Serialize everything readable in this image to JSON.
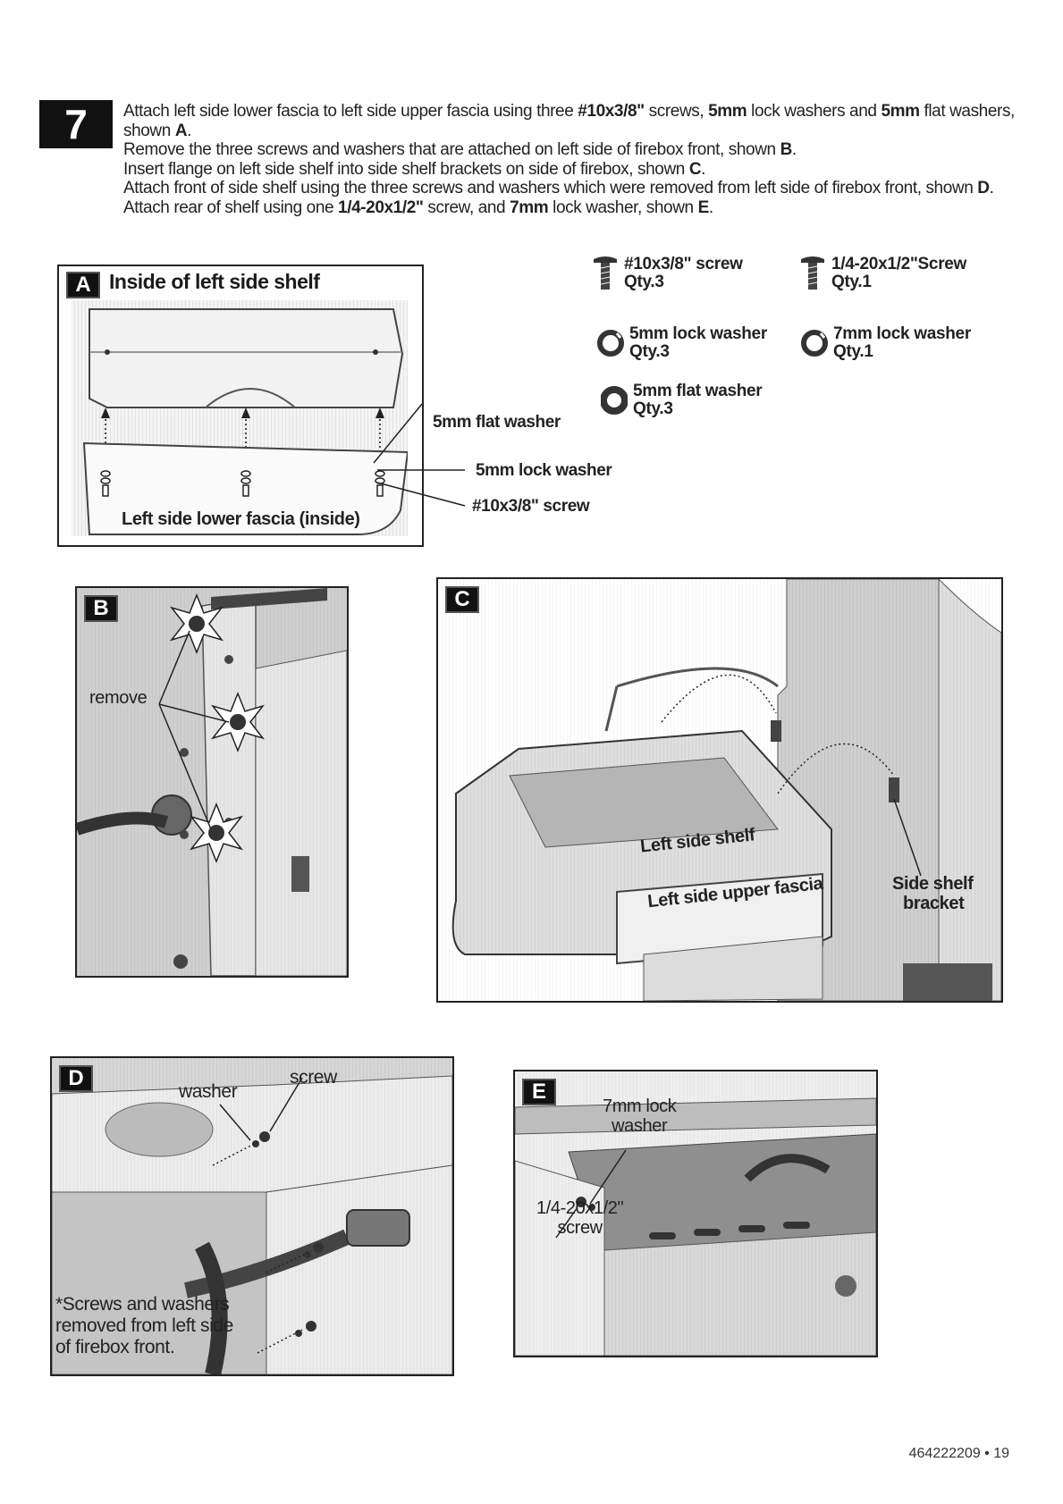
{
  "step": {
    "number": "7",
    "instructions": [
      [
        "Attach left side lower fascia to left side upper fascia using three ",
        {
          "b": "#10x3/8\""
        },
        " screws, ",
        {
          "b": "5mm"
        },
        " lock washers and ",
        {
          "b": "5mm"
        },
        " flat washers, shown ",
        {
          "b": "A"
        },
        "."
      ],
      [
        "Remove the three screws and washers that are attached on left side of firebox front, shown ",
        {
          "b": "B"
        },
        "."
      ],
      [
        "Insert flange on left side shelf into side shelf brackets on side of firebox, shown ",
        {
          "b": "C"
        },
        "."
      ],
      [
        "Attach front of side shelf using the three screws and washers which were removed from left side of firebox front, shown ",
        {
          "b": "D"
        },
        "."
      ],
      [
        "Attach rear of shelf using one ",
        {
          "b": "1/4-20x1/2\""
        },
        " screw, and ",
        {
          "b": "7mm"
        },
        " lock washer, shown ",
        {
          "b": "E"
        },
        "."
      ]
    ]
  },
  "panel_a": {
    "label": "A",
    "title": "Inside of left side shelf",
    "inner_label": "Left side lower fascia (inside)",
    "callouts": {
      "flat_washer": "5mm flat washer",
      "lock_washer": "5mm lock washer",
      "screw": "#10x3/8\" screw"
    }
  },
  "parts": [
    {
      "icon": "screw-icon",
      "name": "#10x3/8\" screw",
      "qty": "Qty.3"
    },
    {
      "icon": "screw-icon",
      "name": "1/4-20x1/2\"Screw",
      "qty": "Qty.1"
    },
    {
      "icon": "lock-washer-icon",
      "name": "5mm lock washer",
      "qty": "Qty.3"
    },
    {
      "icon": "lock-washer-icon",
      "name": "7mm lock washer",
      "qty": "Qty.1"
    },
    {
      "icon": "flat-washer-icon",
      "name": "5mm flat washer",
      "qty": "Qty.3"
    }
  ],
  "panel_b": {
    "label": "B",
    "callout": "remove"
  },
  "panel_c": {
    "label": "C",
    "shelf_label": "Left side shelf",
    "fascia_label": "Left side upper fascia",
    "bracket_line1": "Side shelf",
    "bracket_line2": "bracket"
  },
  "panel_d": {
    "label": "D",
    "washer": "washer",
    "screw": "screw",
    "note_line1": "*Screws and washers",
    "note_line2": "removed from left side",
    "note_line3": "of firebox front."
  },
  "panel_e": {
    "label": "E",
    "lock_line1": "7mm lock",
    "lock_line2": "washer",
    "screw_line1": "1/4-20x1/2\"",
    "screw_line2": "screw"
  },
  "footer": {
    "page": "464222209 • 19"
  }
}
